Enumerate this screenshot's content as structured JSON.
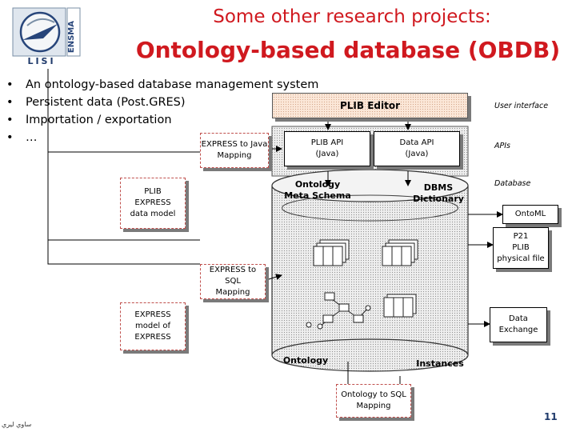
{
  "header": {
    "title_line1": "Some other research projects:",
    "title_line2": "Ontology-based database (OBDB)",
    "logo_text": "LISI",
    "logo_side_text": "ENSMA"
  },
  "bullets": [
    "An ontology-based database management system",
    "Persistent data (Post.GRES)",
    "Importation / exportation",
    "…"
  ],
  "diagram": {
    "plib_editor": "PLIB Editor",
    "user_interface": "User interface",
    "apis": "APIs",
    "database": "Database",
    "express_to_java": [
      "EXPRESS to Java",
      "Mapping"
    ],
    "plib_api": [
      "PLIB API",
      "(Java)"
    ],
    "data_api": [
      "Data API",
      "(Java)"
    ],
    "ontology_meta_schema": [
      "Ontology",
      "Meta Schema"
    ],
    "dbms_dictionary": [
      "DBMS",
      "Dictionary"
    ],
    "plib_express": [
      "PLIB",
      "EXPRESS",
      "data model"
    ],
    "ontoml": "OntoML",
    "p21": [
      "P21",
      "PLIB",
      "physical file"
    ],
    "express_to_sql": [
      "EXPRESS to SQL",
      "Mapping"
    ],
    "express_model": [
      "EXPRESS",
      "model of",
      "EXPRESS"
    ],
    "data_exchange": [
      "Data",
      "Exchange"
    ],
    "ontology": "Ontology",
    "instances": "Instances",
    "ontology_to_sql": [
      "Ontology to SQL",
      "Mapping"
    ]
  },
  "footer": {
    "page_number": "11",
    "corner_text": "ساوي ليري"
  },
  "colors": {
    "title": "#d0191f",
    "dashed_border": "#c0504d",
    "plib_editor_fill": "#fbe7d8"
  }
}
